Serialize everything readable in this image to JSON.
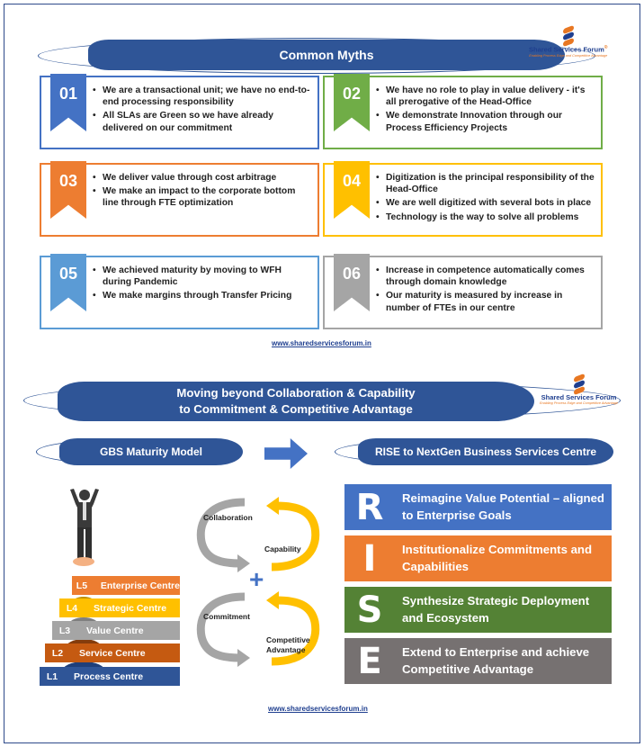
{
  "section1": {
    "title": "Common Myths",
    "myths": [
      {
        "num": "01",
        "color": "#4472c4",
        "items": [
          "We are a transactional unit; we have no end-to-end processing responsibility",
          "All SLAs are Green so we have already delivered on our commitment"
        ]
      },
      {
        "num": "02",
        "color": "#70ad47",
        "items": [
          "We have no role to play in value delivery - it's all prerogative of the Head-Office",
          "We demonstrate Innovation through our Process Efficiency Projects"
        ]
      },
      {
        "num": "03",
        "color": "#ed7d31",
        "items": [
          "We deliver value through cost arbitrage",
          "We make an impact to the corporate bottom line through FTE optimization"
        ]
      },
      {
        "num": "04",
        "color": "#ffc000",
        "items": [
          "Digitization is the principal responsibility of the Head-Office",
          "We are well digitized with several bots in place",
          "Technology is the way to solve all problems"
        ]
      },
      {
        "num": "05",
        "color": "#5b9bd5",
        "items": [
          "We achieved maturity by moving to WFH during Pandemic",
          "We make margins through Transfer Pricing"
        ]
      },
      {
        "num": "06",
        "color": "#a5a5a5",
        "items": [
          "Increase in competence automatically comes through domain knowledge",
          "Our maturity is measured by increase in number of FTEs in our centre"
        ]
      }
    ],
    "link": "www.sharedservicesforum.in"
  },
  "logo": {
    "name": "Shared Services Forum",
    "tagline": "Enabling Process Edge and Competitive Advantage",
    "registered": "®"
  },
  "section2": {
    "title_line1": "Moving beyond Collaboration & Capability",
    "title_line2": "to Commitment & Competitive Advantage",
    "left_header": "GBS Maturity Model",
    "right_header": "RISE to NextGen Business Services Centre",
    "levels": [
      {
        "id": "L5",
        "name": "Enterprise Centre",
        "color": "#ed7d31"
      },
      {
        "id": "L4",
        "name": "Strategic Centre",
        "color": "#ffc000"
      },
      {
        "id": "L3",
        "name": "Value Centre",
        "color": "#a5a5a5"
      },
      {
        "id": "L2",
        "name": "Service Centre",
        "color": "#c55a11"
      },
      {
        "id": "L1",
        "name": "Process Centre",
        "color": "#2f5597"
      }
    ],
    "cycles": {
      "c1": "Collaboration",
      "c2": "Capability",
      "c3": "Commitment",
      "c4": "Competitive Advantage",
      "plus": "+"
    },
    "rise": [
      {
        "letter": "R",
        "text": "Reimagine Value Potential – aligned to Enterprise Goals",
        "color": "#4472c4"
      },
      {
        "letter": "I",
        "text": "Institutionalize Commitments and Capabilities",
        "color": "#ed7d31"
      },
      {
        "letter": "S",
        "text": "Synthesize Strategic Deployment and Ecosystem",
        "color": "#548235"
      },
      {
        "letter": "E",
        "text": "Extend to Enterprise and achieve Competitive Advantage",
        "color": "#767171"
      }
    ],
    "link": "www.sharedservicesforum.in"
  }
}
